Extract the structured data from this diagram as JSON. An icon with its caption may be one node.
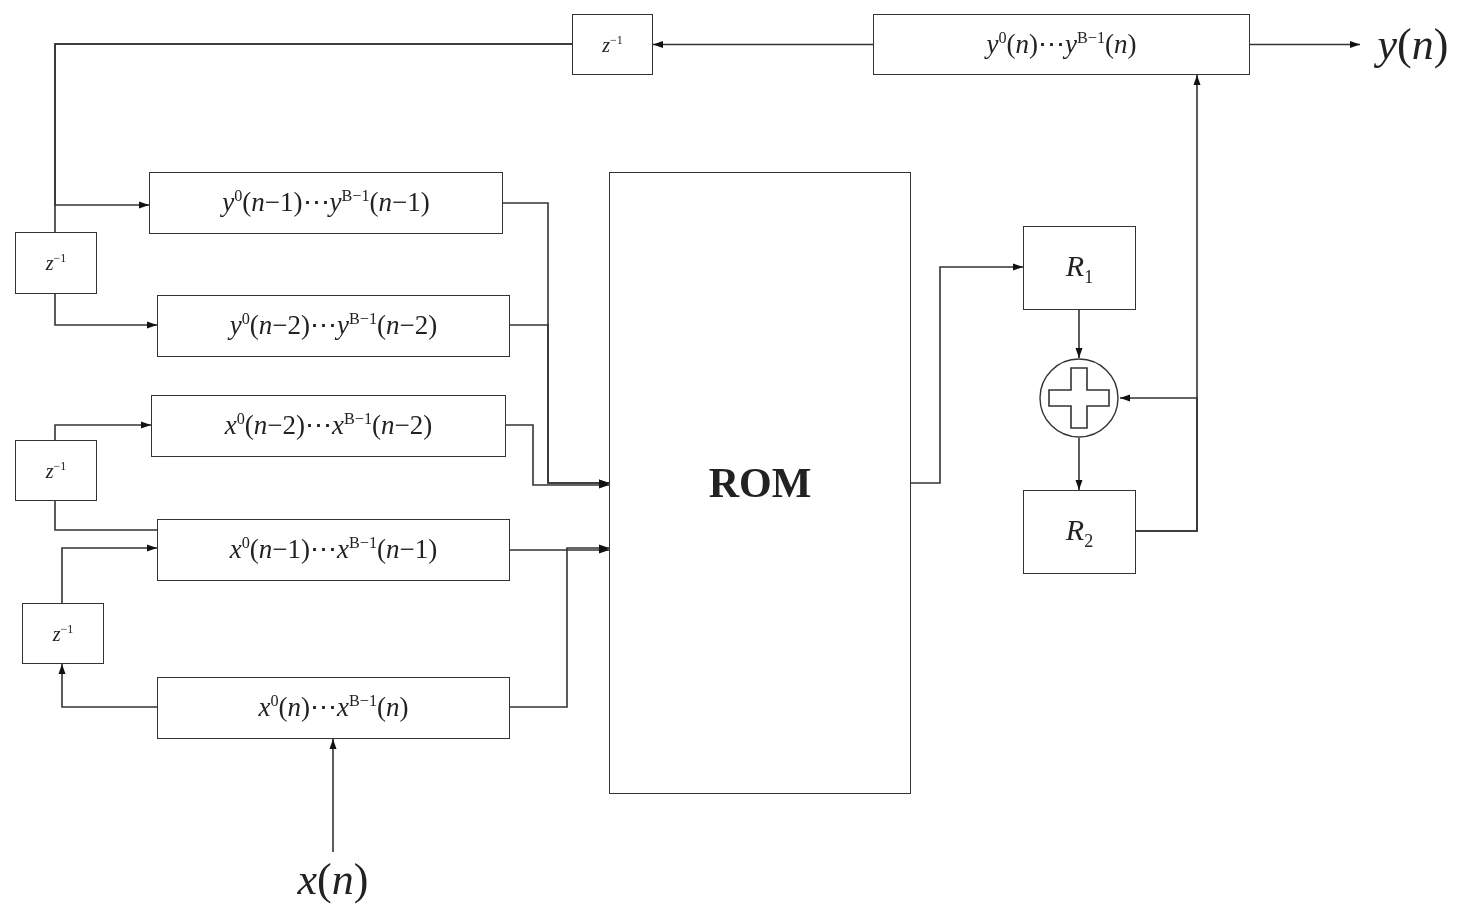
{
  "diagram": {
    "nodes": [
      {
        "text": [
          "*z*$^{−1}$"
        ]
      },
      {
        "text": [
          "*y*$^{0}$(*n*)⋯*y*$^{B−1}$(*n*)"
        ]
      },
      {
        "text": [
          "*y*(*n*)"
        ]
      },
      {
        "text": [
          "*y*$^{0}$(*n*−1)⋯*y*$^{B−1}$(*n*−1)"
        ]
      },
      {
        "text": [
          "*z*$^{−1}$"
        ]
      },
      {
        "text": [
          "*y*$^{0}$(*n*−2)⋯*y*$^{B−1}$(*n*−2)"
        ]
      },
      {
        "text": [
          "*x*$^{0}$(*n*−2)⋯*x*$^{B−1}$(*n*−2)"
        ]
      },
      {
        "text": [
          "*z*$^{−1}$"
        ]
      },
      {
        "text": [
          "*x*$^{0}$(*n*−1)⋯*x*$^{B−1}$(*n*−1)"
        ]
      },
      {
        "text": [
          "*z*$^{−1}$"
        ]
      },
      {
        "text": [
          "ROM"
        ]
      },
      {
        "text": [
          "*R*$_{1}$"
        ]
      },
      {
        "text": [],
        "shape": "circle"
      },
      {
        "text": [
          "*R*$_{2}$"
        ]
      },
      {
        "text": [
          "*x*$^{0}$(*n*)⋯*x*$^{B−1}$(*n*)"
        ]
      },
      {
        "text": [
          "*x*(*n*)"
        ]
      }
    ],
    "edges": [
      {
        "from": 1,
        "to": 0,
        "arrow": "to"
      },
      {
        "from": 1,
        "to": 2,
        "arrow": "to"
      },
      {
        "from": 0,
        "to": 3,
        "arrow": "to"
      },
      {
        "from": 0,
        "to": 4,
        "arrow": "none"
      },
      {
        "from": 4,
        "to": 5,
        "arrow": "to"
      },
      {
        "from": 3,
        "to": 10,
        "arrow": "to"
      },
      {
        "from": 5,
        "to": 10,
        "arrow": "to"
      },
      {
        "from": 6,
        "to": 10,
        "arrow": "to"
      },
      {
        "from": 7,
        "to": 6,
        "arrow": "to"
      },
      {
        "from": 8,
        "to": 7,
        "arrow": "none"
      },
      {
        "from": 9,
        "to": 8,
        "arrow": "to"
      },
      {
        "from": 8,
        "to": 10,
        "arrow": "to"
      },
      {
        "from": 14,
        "to": 10,
        "arrow": "to"
      },
      {
        "from": 14,
        "to": 9,
        "arrow": "to"
      },
      {
        "from": 15,
        "to": 14,
        "arrow": "to"
      },
      {
        "from": 10,
        "to": 11,
        "arrow": "to"
      },
      {
        "from": 11,
        "to": 12,
        "arrow": "to"
      },
      {
        "from": 12,
        "to": 13,
        "arrow": "to"
      },
      {
        "from": 13,
        "to": 12,
        "arrow": "to"
      },
      {
        "from": 13,
        "to": 1,
        "arrow": "to"
      }
    ]
  }
}
